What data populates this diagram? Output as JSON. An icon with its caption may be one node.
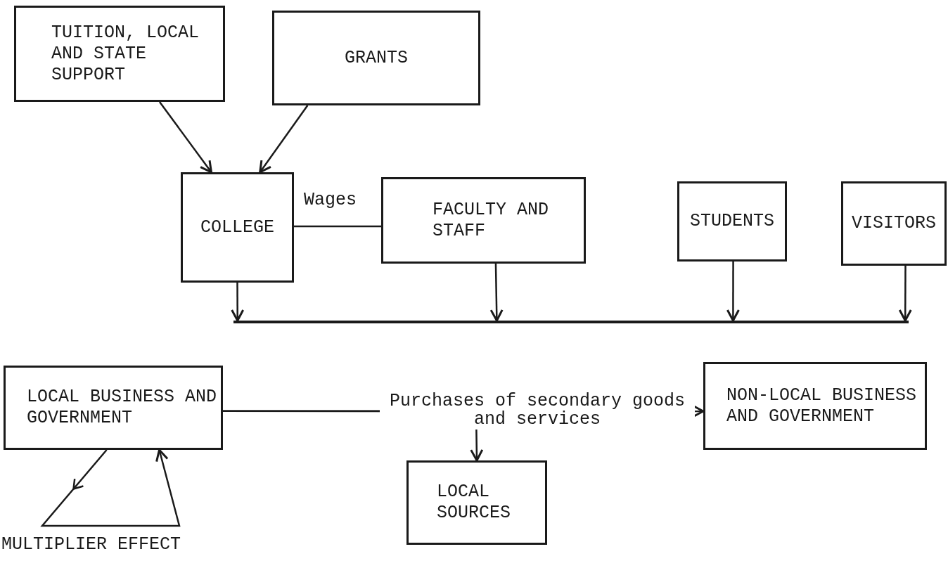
{
  "diagram": {
    "nodes": [
      {
        "text": [
          "TUITION, LOCAL AND STATE SUPPORT"
        ]
      },
      {
        "text": [
          "GRANTS"
        ]
      },
      {
        "text": [
          "COLLEGE"
        ]
      },
      {
        "text": [
          "FACULTY AND STAFF"
        ]
      },
      {
        "text": [
          "STUDENTS"
        ]
      },
      {
        "text": [
          "VISITORS"
        ]
      },
      {
        "text": [],
        "shape": "bar"
      },
      {
        "text": [
          "LOCAL BUSINESS AND GOVERNMENT"
        ]
      },
      {
        "text": [
          "NON-LOCAL BUSINESS AND GOVERNMENT"
        ]
      },
      {
        "text": [
          "LOCAL SOURCES"
        ]
      }
    ],
    "edges": [
      {
        "from": 0,
        "to": 2,
        "arrow": "to"
      },
      {
        "from": 1,
        "to": 2,
        "arrow": "to"
      },
      {
        "from": 2,
        "to": 3,
        "arrow": "none",
        "label": "Wages"
      },
      {
        "from": 2,
        "to": 6,
        "arrow": "to"
      },
      {
        "from": 3,
        "to": 6,
        "arrow": "to"
      },
      {
        "from": 4,
        "to": 6,
        "arrow": "to"
      },
      {
        "from": 5,
        "to": 6,
        "arrow": "to"
      },
      {
        "from": 7,
        "to": 8,
        "arrow": "to",
        "label": "Purchases of secondary goods and services"
      },
      {
        "from": 7,
        "to": 9,
        "arrow": "to"
      },
      {
        "from": 7,
        "to": 7,
        "arrow": "to"
      }
    ],
    "labels": [
      "MULTIPLIER EFFECT"
    ]
  }
}
